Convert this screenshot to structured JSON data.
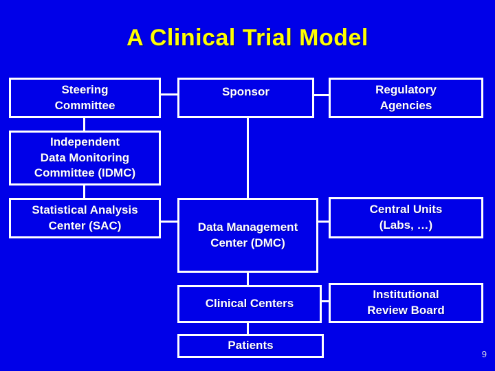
{
  "title": "A Clinical Trial Model",
  "page_number": "9",
  "colors": {
    "background": "#0000E8",
    "title_text": "#FFFF00",
    "box_border": "#FFFFFF",
    "box_fill": "transparent",
    "box_text": "#FFFFFF",
    "connector": "#FFFFFF",
    "page_number_text": "#DFDFDF"
  },
  "diagram": {
    "nodes": {
      "steering": {
        "label": "Steering\nCommittee"
      },
      "sponsor": {
        "label": "Sponsor"
      },
      "regulatory": {
        "label": "Regulatory\nAgencies"
      },
      "idmc": {
        "label": "Independent\nData Monitoring\nCommittee (IDMC)"
      },
      "sac": {
        "label": "Statistical Analysis\nCenter (SAC)"
      },
      "dmc": {
        "label": "Data Management\nCenter (DMC)"
      },
      "central_units": {
        "label": "Central Units\n(Labs, …)"
      },
      "clinical_centers": {
        "label": "Clinical Centers"
      },
      "irb": {
        "label": "Institutional\nReview Board"
      },
      "patients": {
        "label": "Patients"
      }
    },
    "edges": [
      {
        "from": "steering",
        "to": "sponsor",
        "type": "horizontal"
      },
      {
        "from": "sponsor",
        "to": "regulatory",
        "type": "horizontal"
      },
      {
        "from": "steering",
        "to": "idmc",
        "type": "vertical"
      },
      {
        "from": "idmc",
        "to": "sac",
        "type": "vertical"
      },
      {
        "from": "sponsor",
        "to": "dmc",
        "type": "vertical"
      },
      {
        "from": "sac",
        "to": "dmc",
        "type": "horizontal"
      },
      {
        "from": "dmc",
        "to": "central_units",
        "type": "horizontal"
      },
      {
        "from": "dmc",
        "to": "clinical_centers",
        "type": "vertical"
      },
      {
        "from": "clinical_centers",
        "to": "irb",
        "type": "horizontal"
      },
      {
        "from": "clinical_centers",
        "to": "patients",
        "type": "vertical"
      }
    ]
  }
}
